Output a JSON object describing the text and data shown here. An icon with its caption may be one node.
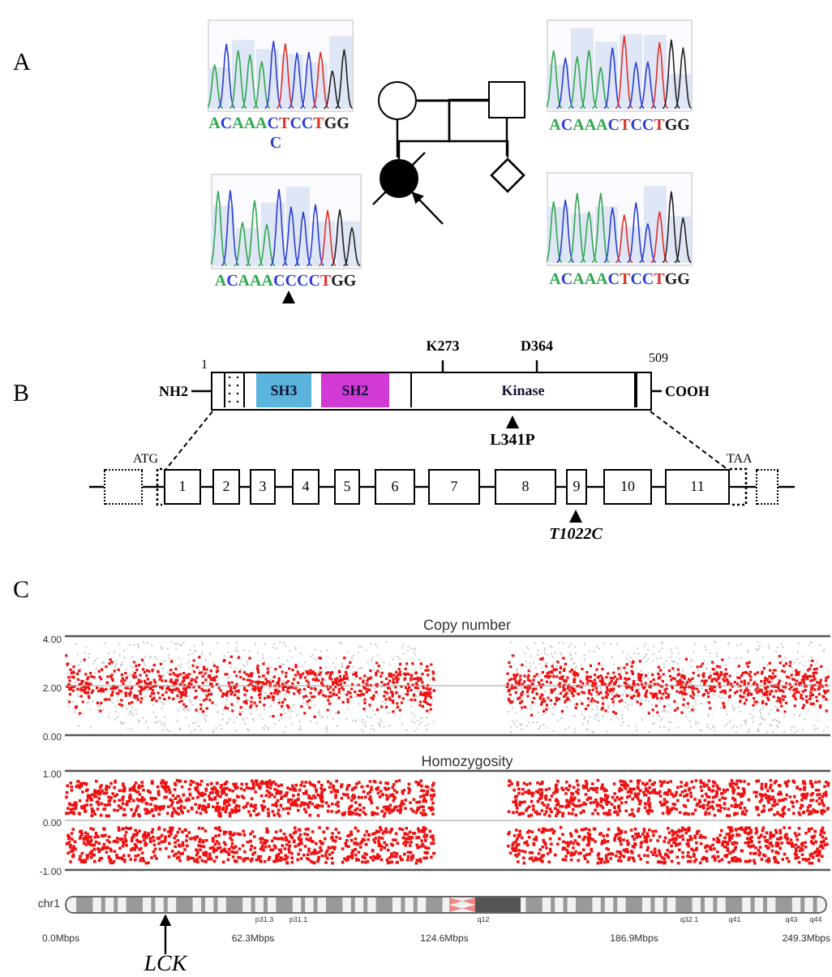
{
  "diagram": {
    "nodes": [
      {
        "text": [],
        "shape": "circle"
      },
      {
        "text": [],
        "shape": "box"
      },
      {
        "text": [],
        "shape": "circle"
      },
      {
        "text": [],
        "shape": "diamond"
      },
      {
        "text": [],
        "shape": "bar"
      },
      {
        "text": [
          "SH3"
        ],
        "in": 4
      },
      {
        "text": [
          "SH2"
        ],
        "in": 4
      },
      {
        "text": [
          "Kinase"
        ],
        "in": 4
      },
      {
        "text": [],
        "shape": "box"
      },
      {
        "text": [
          "1"
        ]
      },
      {
        "text": [
          "2"
        ]
      },
      {
        "text": [
          "3"
        ]
      },
      {
        "text": [
          "4"
        ]
      },
      {
        "text": [
          "5"
        ]
      },
      {
        "text": [
          "6"
        ]
      },
      {
        "text": [
          "7"
        ]
      },
      {
        "text": [
          "8"
        ]
      },
      {
        "text": [
          "9"
        ]
      },
      {
        "text": [
          "10"
        ]
      },
      {
        "text": [
          "11"
        ]
      },
      {
        "text": [],
        "shape": "box"
      },
      {
        "text": [
          "LCK"
        ]
      },
      {
        "text": [],
        "shape": "bar",
        "beside": [
          "chr1",
          "p31.3",
          "p31.1",
          "q12",
          "q32.1",
          "q41",
          "q43",
          "q44"
        ]
      }
    ],
    "edges": [
      {
        "from": 0,
        "to": 1,
        "arrow": "none"
      },
      {
        "from": 0,
        "to": 2,
        "arrow": "none"
      },
      {
        "from": 0,
        "to": 3,
        "arrow": "none"
      },
      {
        "from": 1,
        "to": 2,
        "arrow": "none"
      },
      {
        "from": 1,
        "to": 3,
        "arrow": "none"
      },
      {
        "from": null,
        "to": 2,
        "arrow": "to"
      },
      {
        "from": 4,
        "to": 9,
        "arrow": "none",
        "style": "dashed"
      },
      {
        "from": 4,
        "to": 19,
        "arrow": "none",
        "style": "dashed"
      },
      {
        "from": 8,
        "to": 9,
        "arrow": "none"
      },
      {
        "from": 9,
        "to": 10,
        "arrow": "none"
      },
      {
        "from": 10,
        "to": 11,
        "arrow": "none"
      },
      {
        "from": 11,
        "to": 12,
        "arrow": "none"
      },
      {
        "from": 12,
        "to": 13,
        "arrow": "none"
      },
      {
        "from": 13,
        "to": 14,
        "arrow": "none"
      },
      {
        "from": 14,
        "to": 15,
        "arrow": "none"
      },
      {
        "from": 15,
        "to": 16,
        "arrow": "none"
      },
      {
        "from": 16,
        "to": 17,
        "arrow": "none"
      },
      {
        "from": 17,
        "to": 18,
        "arrow": "none"
      },
      {
        "from": 18,
        "to": 19,
        "arrow": "none"
      },
      {
        "from": 19,
        "to": 20,
        "arrow": "none"
      },
      {
        "from": 21,
        "to": 22,
        "arrow": "to"
      }
    ],
    "labels": [
      "A",
      "ACAAACTCCTGG",
      "C",
      "ACAAACTCCTGG",
      "ACAAACCCCTGG",
      "ACAAACTCCTGG",
      "B",
      "1",
      "K273",
      "D364",
      "509",
      "NH2",
      "COOH",
      "L341P",
      "ATG",
      "TAA",
      "T1022C",
      "C",
      "Copy number",
      "4.00",
      "2.00",
      "0.00",
      "Homozygosity",
      "1.00",
      "0.00",
      "-1.00",
      "0.0Mbps",
      "62.3Mbps",
      "124.6Mbps",
      "186.9Mbps",
      "249.3Mbps"
    ]
  }
}
